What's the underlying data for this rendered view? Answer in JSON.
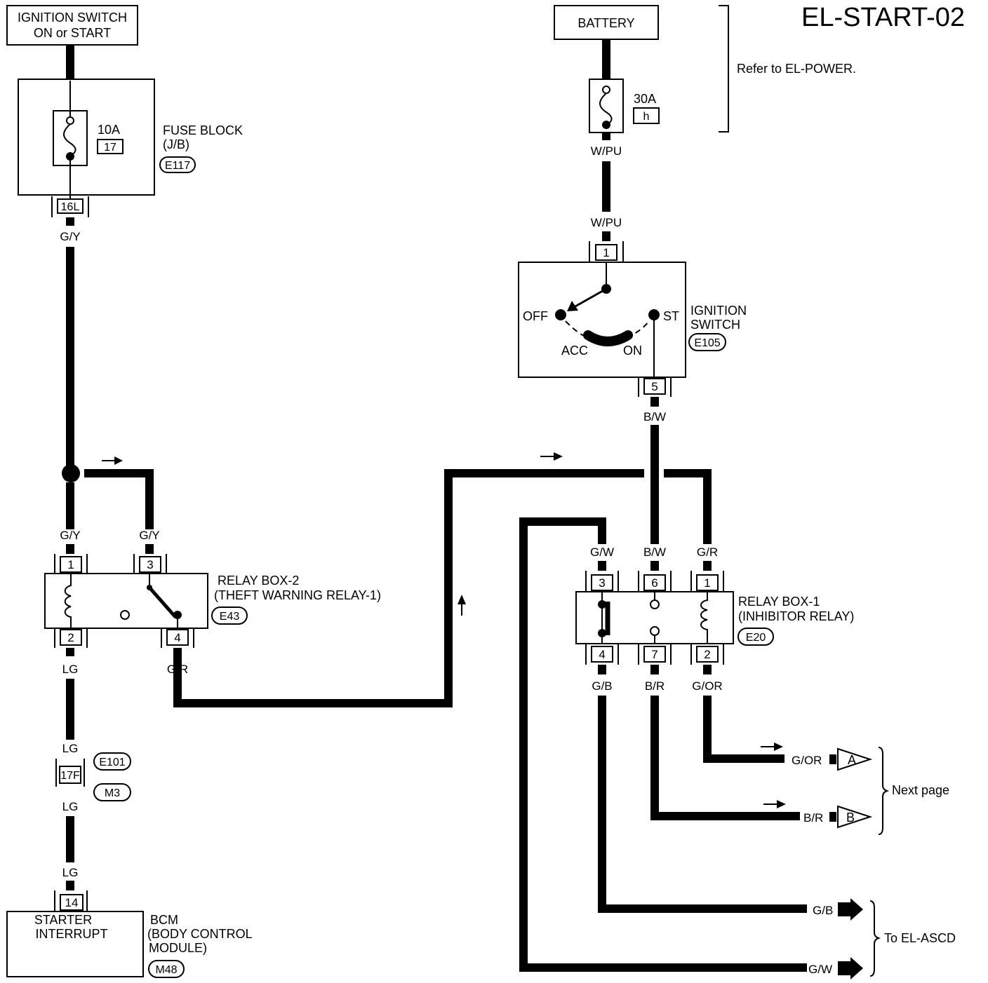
{
  "title": "EL-START-02",
  "components": {
    "ign_source": {
      "line1": "IGNITION SWITCH",
      "line2": "ON or START"
    },
    "fuse_block": {
      "line1": "FUSE BLOCK",
      "line2": "(J/B)",
      "connector": "E117",
      "fuse_rating": "10A",
      "fuse_number": "17",
      "pin": "16L"
    },
    "battery": {
      "label": "BATTERY",
      "fuse_rating": "30A",
      "fuse_letter": "h",
      "note": "Refer to EL-POWER."
    },
    "ignition_switch": {
      "line1": "IGNITION",
      "line2": "SWITCH",
      "connector": "E105",
      "pin_in": "1",
      "pin_out": "5",
      "pos_off": "OFF",
      "pos_acc": "ACC",
      "pos_on": "ON",
      "pos_st": "ST"
    },
    "relay_box_2": {
      "line1": "RELAY BOX-2",
      "line2": "(THEFT WARNING RELAY-1)",
      "connector": "E43",
      "pins": [
        "1",
        "3",
        "2",
        "4"
      ]
    },
    "relay_box_1": {
      "line1": "RELAY BOX-1",
      "line2": "(INHIBITOR RELAY)",
      "connector": "E20",
      "pins_top": [
        "3",
        "6",
        "1"
      ],
      "pins_bottom": [
        "4",
        "7",
        "2"
      ]
    },
    "joint_connector": {
      "pin": "17F",
      "conn_a": "E101",
      "conn_b": "M3"
    },
    "bcm": {
      "inner1": "STARTER",
      "inner2": "INTERRUPT",
      "line1": "BCM",
      "line2": "(BODY CONTROL",
      "line3": "MODULE)",
      "connector": "M48",
      "pin": "14"
    }
  },
  "wires": {
    "wpu_top": "W/PU",
    "wpu_bottom": "W/PU",
    "gy_fuse": "G/Y",
    "gy_left": "G/Y",
    "gy_right": "G/Y",
    "bw_switch": "B/W",
    "bw_relay": "B/W",
    "gw_relay": "G/W",
    "gr_relay": "G/R",
    "lg_1": "LG",
    "lg_2": "LG",
    "lg_3": "LG",
    "lg_4": "LG",
    "gr_box2": "G/R",
    "gb_relay": "G/B",
    "br_relay": "B/R",
    "gor_relay": "G/OR"
  },
  "outputs": {
    "gor": {
      "wire": "G/OR",
      "tag": "A"
    },
    "br": {
      "wire": "B/R",
      "tag": "B"
    },
    "next_page": "Next page",
    "gb": {
      "wire": "G/B"
    },
    "gw": {
      "wire": "G/W"
    },
    "to_ascd": "To EL-ASCD"
  }
}
